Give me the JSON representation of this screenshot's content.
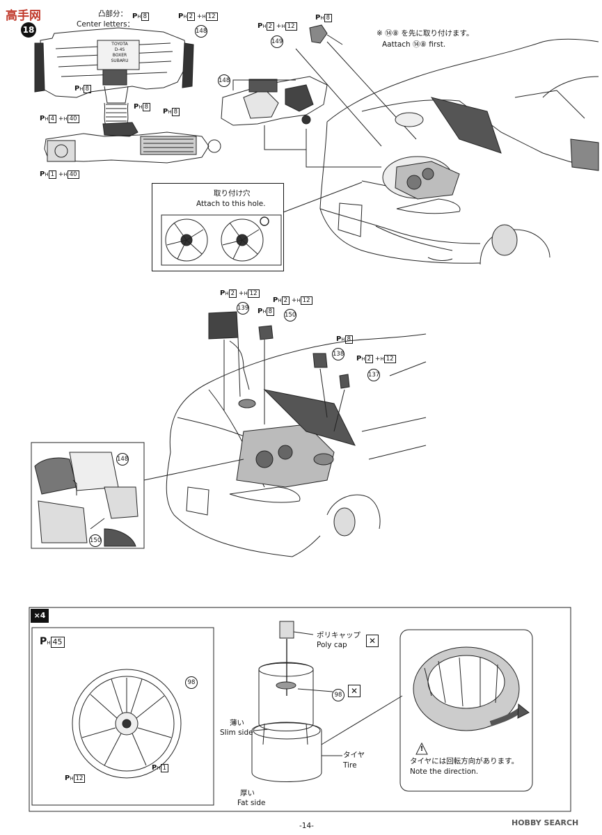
{
  "header": {
    "logo_text": "高手网",
    "step_number": "18"
  },
  "labels": {
    "center_letters_jp": "凸部分：",
    "center_letters_en": "Center letters：",
    "attach_first_jp": "※ ⑭⑧ を先に取り付けます。",
    "attach_first_en": "Aattach ⑭⑧ first.",
    "attach_hole_jp": "取り付け穴",
    "attach_hole_en": "Attach to this hole.",
    "poly_cap_jp": "ポリキャップ",
    "poly_cap_en": "Poly cap",
    "slim_side_jp": "薄い",
    "slim_side_en": "Slim side",
    "fat_side_jp": "厚い",
    "fat_side_en": "Fat side",
    "tire_jp": "タイヤ",
    "tire_en": "Tire",
    "direction_jp": "タイヤには回転方向があります。",
    "direction_en": "Note the direction."
  },
  "part_numbers": {
    "p148": "148",
    "p149": "149",
    "p139": "139",
    "p150": "150",
    "p138": "138",
    "p137": "137",
    "p98": "98"
  },
  "paint_codes": {
    "h8": "8",
    "h2": "2",
    "h12": "12",
    "h4": "4",
    "h40": "40",
    "h1": "1",
    "h45": "45"
  },
  "engine_markings": [
    "TOYOTA",
    "D-4S",
    "BOXER",
    "SUBARU"
  ],
  "quantity_badge": "×4",
  "footer": {
    "page_number": "-14-",
    "watermark": "HOBBY SEARCH"
  }
}
